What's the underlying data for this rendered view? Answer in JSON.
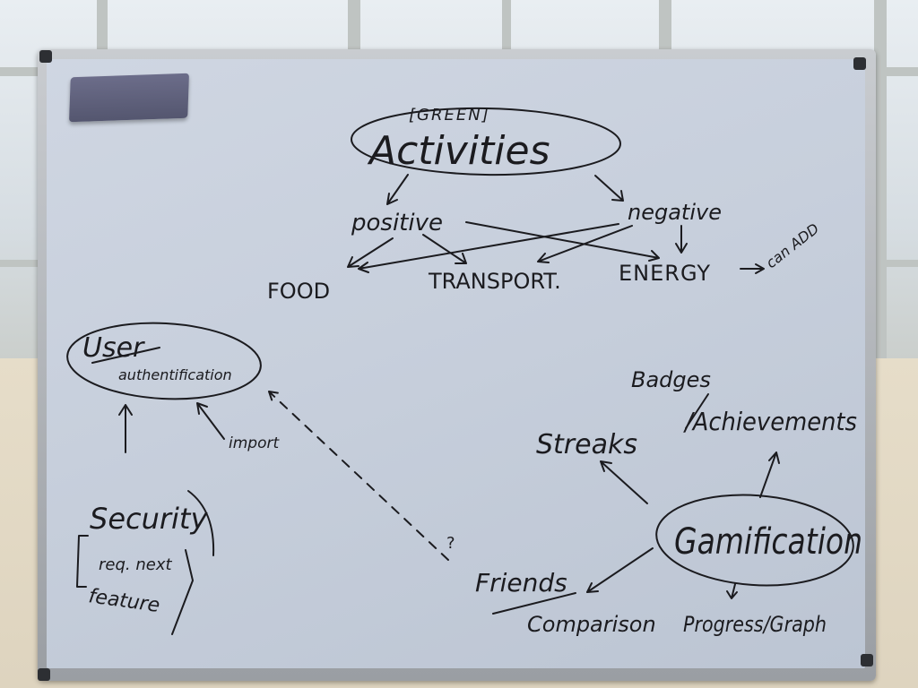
{
  "whiteboard": {
    "activities": {
      "bracket_label": "[GREEN]",
      "title": "Activities",
      "positive": "positive",
      "negative": "negative",
      "food": "FOOD",
      "transport": "TRANSPORT.",
      "energy": "ENERGY",
      "can_add": "can ADD"
    },
    "user": {
      "title": "User",
      "subtitle": "authentification",
      "import_label": "import"
    },
    "security": {
      "title": "Security",
      "note_line1": "req. next",
      "note_line2": "feature"
    },
    "question_mark": "?",
    "gamification": {
      "title": "Gamification",
      "badges": "Badges",
      "achievements": "/Achievements",
      "streaks": "Streaks",
      "friends": "Friends",
      "comparison": "Comparison",
      "progress": "Progress/Graph"
    }
  },
  "colors": {
    "ink": "#1b1b1f",
    "board": "#c7cfdc",
    "frame": "#9a9ea3"
  }
}
